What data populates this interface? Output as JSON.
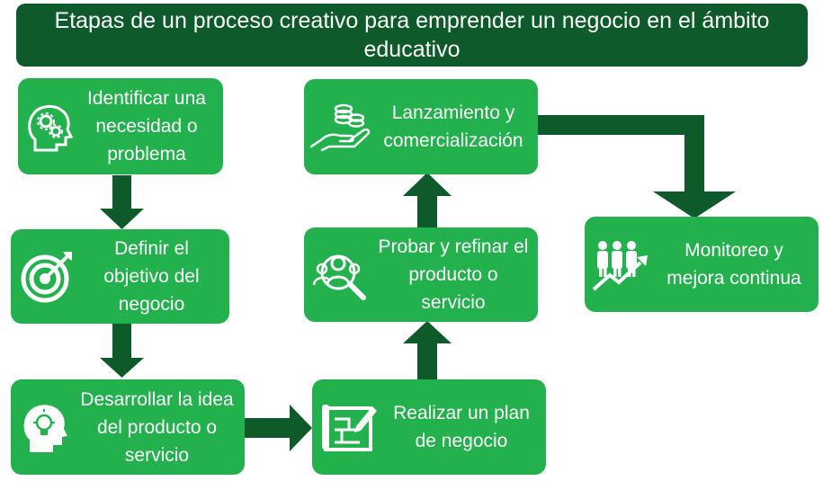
{
  "title": "Etapas de un proceso creativo para emprender un negocio en el ámbito educativo",
  "steps": {
    "s1": {
      "label": "Identificar una necesidad o problema",
      "icon": "head-gears-icon"
    },
    "s2": {
      "label": "Definir el objetivo del negocio",
      "icon": "target-arrow-icon"
    },
    "s3": {
      "label": "Desarrollar la idea del producto o servicio",
      "icon": "head-lightbulb-icon"
    },
    "s4": {
      "label": "Realizar un plan de negocio",
      "icon": "blueprint-pencil-icon"
    },
    "s5": {
      "label": "Probar y refinar el producto o servicio",
      "icon": "people-magnifier-icon"
    },
    "s6": {
      "label": "Lanzamiento y comercialización",
      "icon": "hand-coins-icon"
    },
    "s7": {
      "label": "Monitoreo y mejora continua",
      "icon": "people-growth-icon"
    }
  },
  "colors": {
    "title_bg": "#0e5a2b",
    "box_bg": "#22b14c",
    "arrow": "#0e5a2b",
    "text": "#ffffff"
  }
}
